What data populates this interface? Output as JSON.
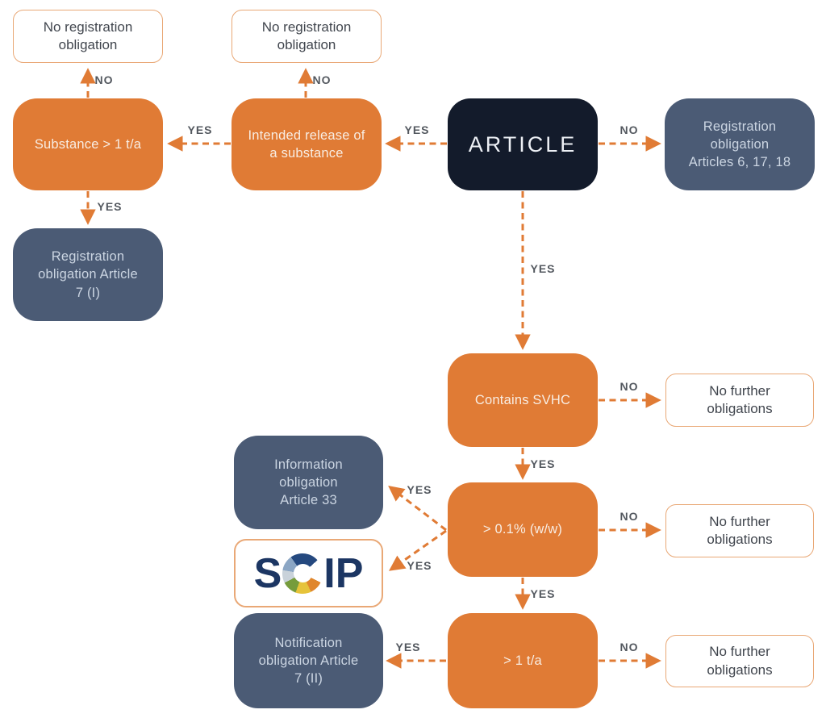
{
  "diagram": {
    "type": "flowchart",
    "topic": "REACH article obligations decision flow (SCIP)"
  },
  "colors": {
    "decision_box": "#E07B35",
    "obligation_box": "#4B5B75",
    "start_box": "#131B2B",
    "outcome_box_border": "#E9A876",
    "arrow": "#E07B35",
    "edge_label_text": "#53585F",
    "scip_letters": "#1C3663"
  },
  "nodes": {
    "no_reg_1": {
      "label": "No registration obligation"
    },
    "no_reg_2": {
      "label": "No registration obligation"
    },
    "substance": {
      "label": "Substance > 1 t/a"
    },
    "intended": {
      "label": "Intended release of a substance"
    },
    "article": {
      "label": "ARTICLE"
    },
    "reg_6_17_18": {
      "label": "Registration obligation Articles 6, 17, 18"
    },
    "reg_7_i": {
      "label": "Registration obligation Article 7 (I)"
    },
    "contains_svhc": {
      "label": "Contains SVHC"
    },
    "no_further_1": {
      "label": "No further obligations"
    },
    "info_33": {
      "label": "Information obligation Article 33"
    },
    "pct": {
      "label": "> 0.1% (w/w)"
    },
    "no_further_2": {
      "label": "No further obligations"
    },
    "scip": {
      "letter_s": "S",
      "letters_ip": "IP"
    },
    "notif_7_ii": {
      "label": "Notification obligation Article 7 (II)"
    },
    "ta": {
      "label": "> 1 t/a"
    },
    "no_further_3": {
      "label": "No further obligations"
    }
  },
  "edges": [
    {
      "from": "substance",
      "to": "no_reg_1",
      "label": "NO"
    },
    {
      "from": "intended",
      "to": "no_reg_2",
      "label": "NO"
    },
    {
      "from": "intended",
      "to": "substance",
      "label": "YES"
    },
    {
      "from": "article",
      "to": "intended",
      "label": "YES"
    },
    {
      "from": "article",
      "to": "reg_6_17_18",
      "label": "NO"
    },
    {
      "from": "substance",
      "to": "reg_7_i",
      "label": "YES"
    },
    {
      "from": "article",
      "to": "contains_svhc",
      "label": "YES"
    },
    {
      "from": "contains_svhc",
      "to": "no_further_1",
      "label": "NO"
    },
    {
      "from": "contains_svhc",
      "to": "pct",
      "label": "YES"
    },
    {
      "from": "pct",
      "to": "info_33",
      "label": "YES"
    },
    {
      "from": "pct",
      "to": "scip",
      "label": "YES"
    },
    {
      "from": "pct",
      "to": "no_further_2",
      "label": "NO"
    },
    {
      "from": "pct",
      "to": "ta",
      "label": "YES"
    },
    {
      "from": "ta",
      "to": "notif_7_ii",
      "label": "YES"
    },
    {
      "from": "ta",
      "to": "no_further_3",
      "label": "NO"
    }
  ]
}
